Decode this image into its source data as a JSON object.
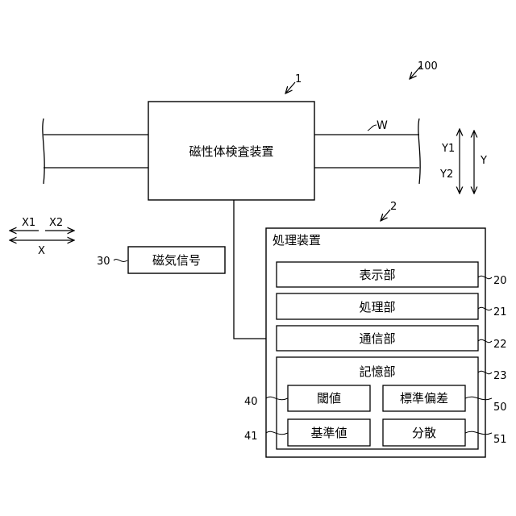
{
  "labels": {
    "system_ref": "100",
    "device_ref": "1",
    "device_name": "磁性体検査装置",
    "workpiece": "W",
    "y1": "Y1",
    "y2": "Y2",
    "y": "Y",
    "x1": "X1",
    "x2": "X2",
    "x": "X",
    "processor_ref": "2",
    "processor_name": "処理装置",
    "signal_ref": "30",
    "signal_name": "磁気信号",
    "display_name": "表示部",
    "display_ref": "20",
    "processing_name": "処理部",
    "processing_ref": "21",
    "comm_name": "通信部",
    "comm_ref": "22",
    "storage_name": "記憶部",
    "storage_ref": "23",
    "threshold_name": "閾値",
    "threshold_ref": "40",
    "stddev_name": "標準偏差",
    "stddev_ref": "50",
    "reference_name": "基準値",
    "reference_ref": "41",
    "variance_name": "分散",
    "variance_ref": "51"
  }
}
